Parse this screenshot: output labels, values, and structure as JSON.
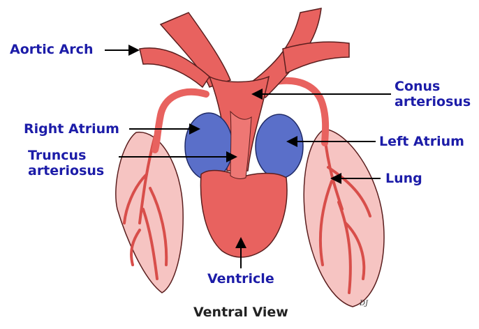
{
  "diagram": {
    "labels": {
      "aortic_arch": "Aortic Arch",
      "conus_line1": "Conus",
      "conus_line2": "arteriosus",
      "right_atrium": "Right Atrium",
      "left_atrium": "Left Atrium",
      "truncus_line1": "Truncus",
      "truncus_line2": "arteriosus",
      "lung": "Lung",
      "ventricle": "Ventricle"
    },
    "caption": "Ventral View",
    "signature": "DJ"
  },
  "colors": {
    "label_text": "#1c1ca8",
    "caption_text": "#222222",
    "vessel": "#e8625f",
    "vessel_outline": "#5a1e1e",
    "atrium": "#5a6fc9",
    "lung": "#f6c4c2",
    "leader_line": "#000000"
  }
}
